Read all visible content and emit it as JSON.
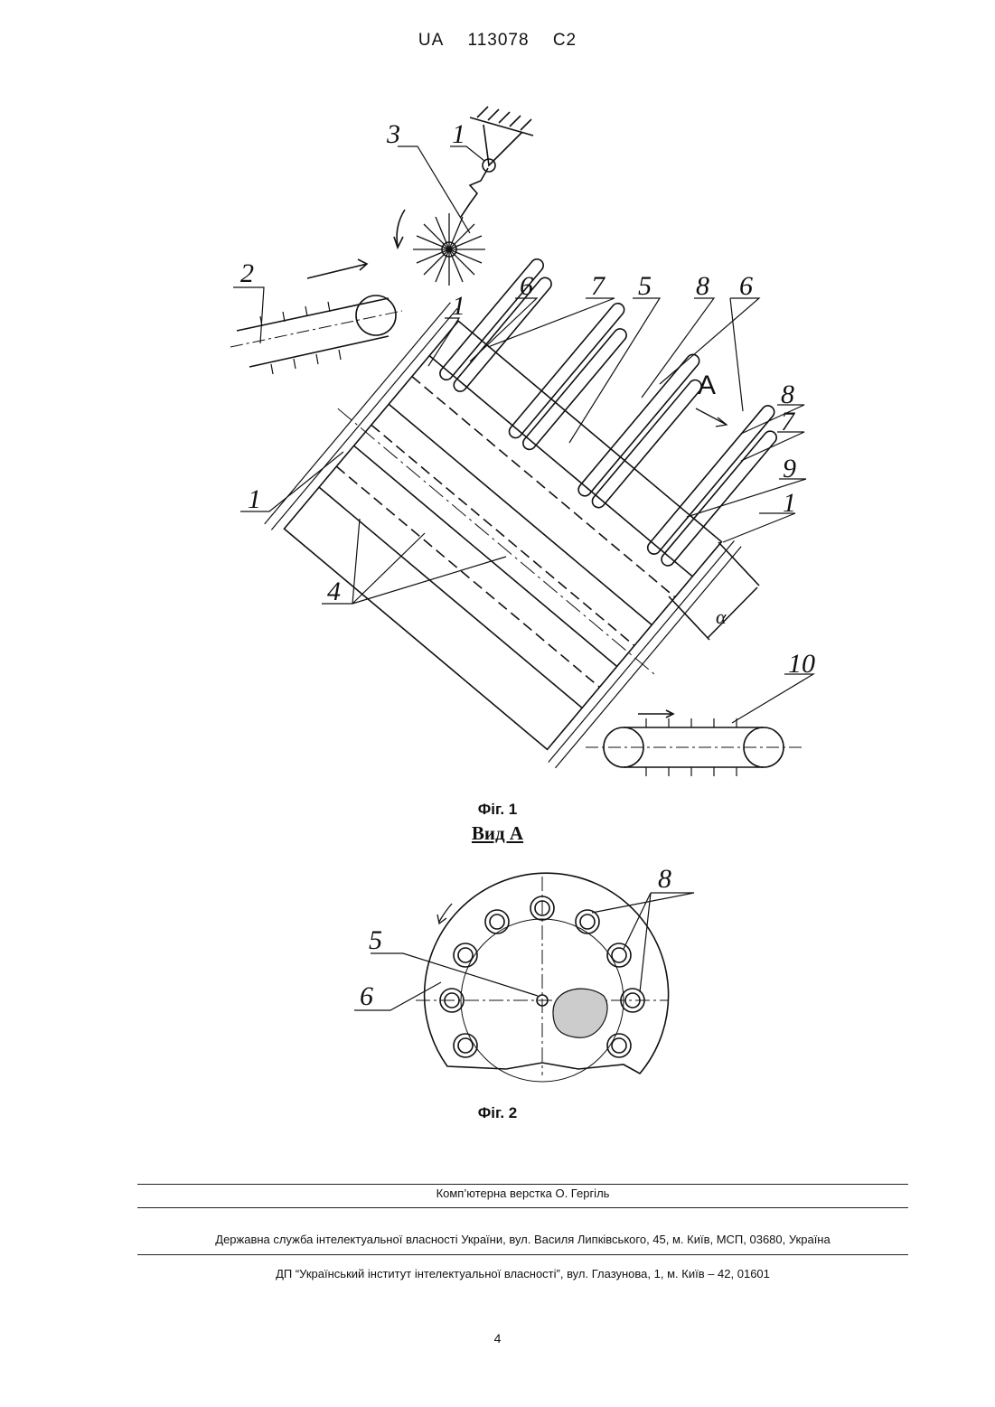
{
  "header": {
    "country": "UA",
    "number": "113078",
    "kind": "C2"
  },
  "figure1": {
    "caption": "Фіг. 1",
    "labels": {
      "l1_top": "1",
      "l3": "3",
      "l2": "2",
      "l1_mid": "1",
      "l6_a": "6",
      "l7_a": "7",
      "l5": "5",
      "l8_a": "8",
      "l6_b": "6",
      "lA": "A",
      "l8_b": "8",
      "l7_b": "7",
      "l9": "9",
      "l1_right": "1",
      "l1_left": "1",
      "l4": "4",
      "l10": "10",
      "alpha": "α"
    }
  },
  "view_a": {
    "title": "Вид А"
  },
  "figure2": {
    "caption": "Фіг. 2",
    "labels": {
      "l8": "8",
      "l5": "5",
      "l6": "6"
    }
  },
  "footer": {
    "layout_credit": "Комп’ютерна верстка О. Гергіль",
    "office_address": "Державна служба інтелектуальної власності України, вул. Василя Липківського, 45, м. Київ, МСП, 03680, Україна",
    "institute_address": "ДП “Український інститут інтелектуальної власності”, вул. Глазунова, 1, м. Київ – 42, 01601"
  },
  "page_number": "4"
}
